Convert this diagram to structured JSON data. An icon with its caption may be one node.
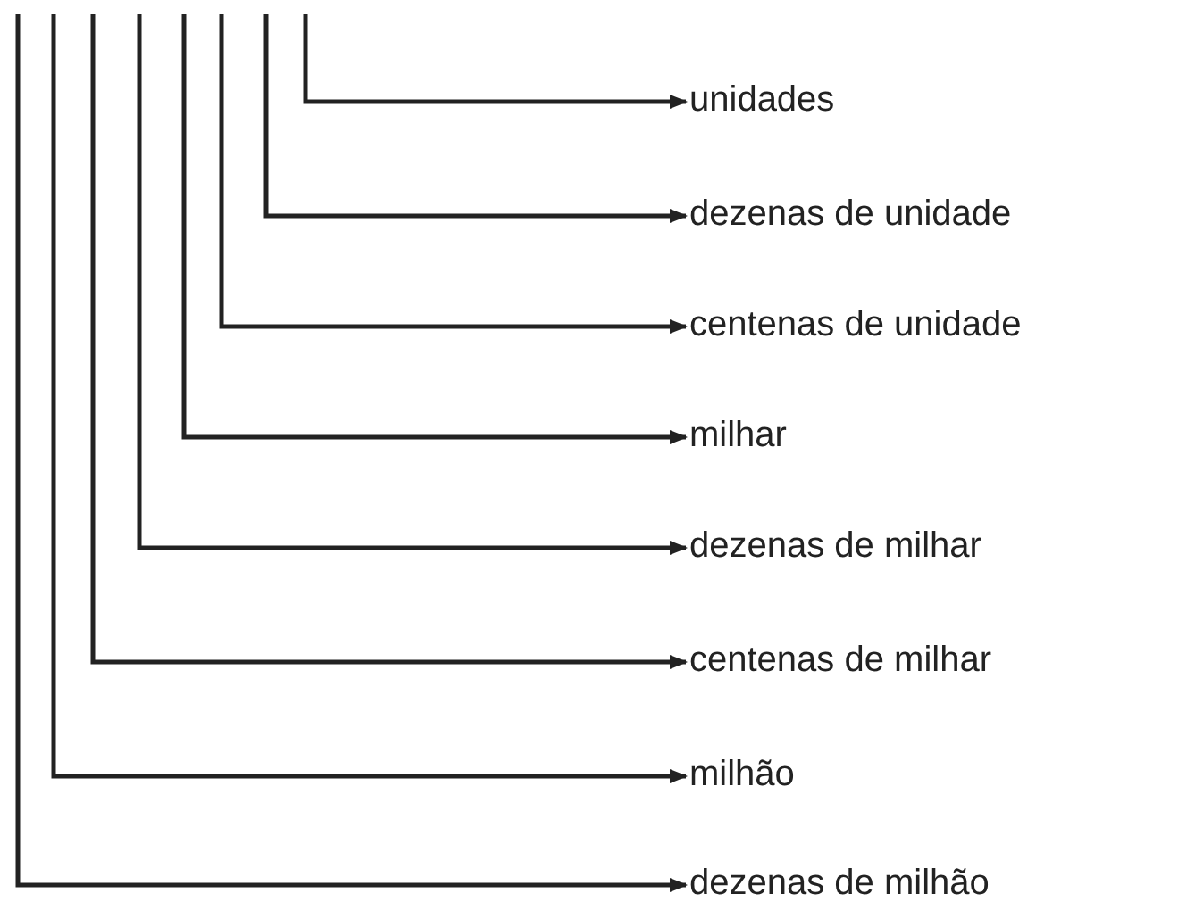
{
  "diagram": {
    "nodes": [
      {
        "text": [
          "unidades"
        ]
      },
      {
        "text": [
          "dezenas de unidade"
        ]
      },
      {
        "text": [
          "centenas de unidade"
        ]
      },
      {
        "text": [
          "milhar"
        ]
      },
      {
        "text": [
          "dezenas de milhar"
        ]
      },
      {
        "text": [
          "centenas de milhar"
        ]
      },
      {
        "text": [
          "milhão"
        ]
      },
      {
        "text": [
          "dezenas de milhão"
        ]
      }
    ],
    "edges": [
      {
        "from": null,
        "to": 0,
        "arrow": "to"
      },
      {
        "from": null,
        "to": 1,
        "arrow": "to"
      },
      {
        "from": null,
        "to": 2,
        "arrow": "to"
      },
      {
        "from": null,
        "to": 3,
        "arrow": "to"
      },
      {
        "from": null,
        "to": 4,
        "arrow": "to"
      },
      {
        "from": null,
        "to": 5,
        "arrow": "to"
      },
      {
        "from": null,
        "to": 6,
        "arrow": "to"
      },
      {
        "from": null,
        "to": 7,
        "arrow": "to"
      }
    ]
  }
}
